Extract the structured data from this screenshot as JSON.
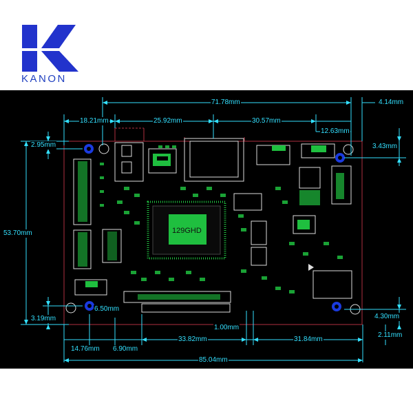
{
  "logo": {
    "letter": "K",
    "brand": "KANON"
  },
  "board": {
    "chip_label": "129GHD",
    "dimensions": {
      "top_width": "71.78mm",
      "top_right_edge": "4.14mm",
      "left_segment": "18.21mm",
      "middle_segment": "25.92mm",
      "right_segment": "30.57mm",
      "right_inner": "12.63mm",
      "left_top_offset": "2.95mm",
      "right_top_offset": "3.43mm",
      "height": "53.70mm",
      "left_bottom_offset": "3.19mm",
      "right_bottom_offset": "4.30mm",
      "hole_offset": "6.50mm",
      "connector_gap": "1.00mm",
      "bottom_right_small": "2.11mm",
      "bottom_left_a": "14.76mm",
      "bottom_left_b": "6.90mm",
      "bottom_middle": "33.82mm",
      "bottom_right": "31.84mm",
      "total_width": "85.04mm"
    }
  },
  "colors": {
    "background": "#000000",
    "dimension": "#33e0ff",
    "board_outline": "#b03040",
    "component": "#1fbf3f",
    "silkscreen": "#e8e8e8",
    "logo_blue": "#2244cc"
  }
}
